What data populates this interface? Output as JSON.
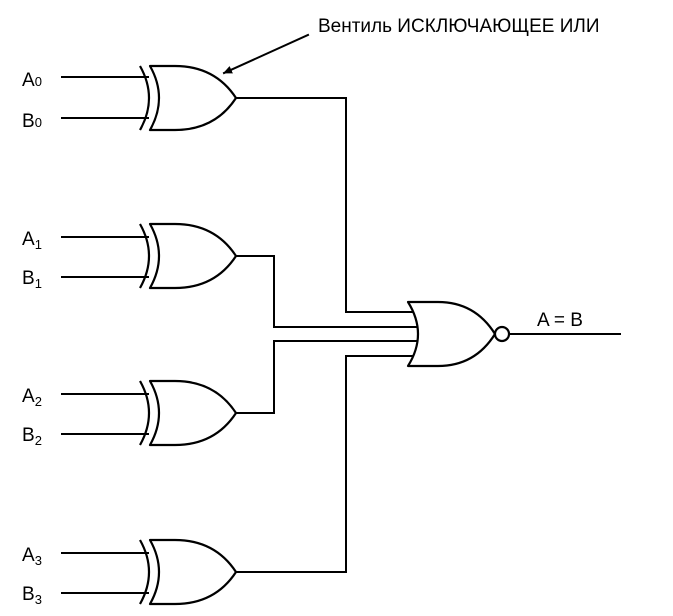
{
  "annotation": {
    "text": "Вентиль ИСКЛЮЧАЮЩЕЕ ИЛИ"
  },
  "output": {
    "label": "A = B"
  },
  "inputs": [
    {
      "a": {
        "letter": "A",
        "sub": "0"
      },
      "b": {
        "letter": "B",
        "sub": "0"
      }
    },
    {
      "a": {
        "letter": "A",
        "sub": "1"
      },
      "b": {
        "letter": "B",
        "sub": "1"
      }
    },
    {
      "a": {
        "letter": "A",
        "sub": "2"
      },
      "b": {
        "letter": "B",
        "sub": "2"
      }
    },
    {
      "a": {
        "letter": "A",
        "sub": "3"
      },
      "b": {
        "letter": "B",
        "sub": "3"
      }
    }
  ]
}
